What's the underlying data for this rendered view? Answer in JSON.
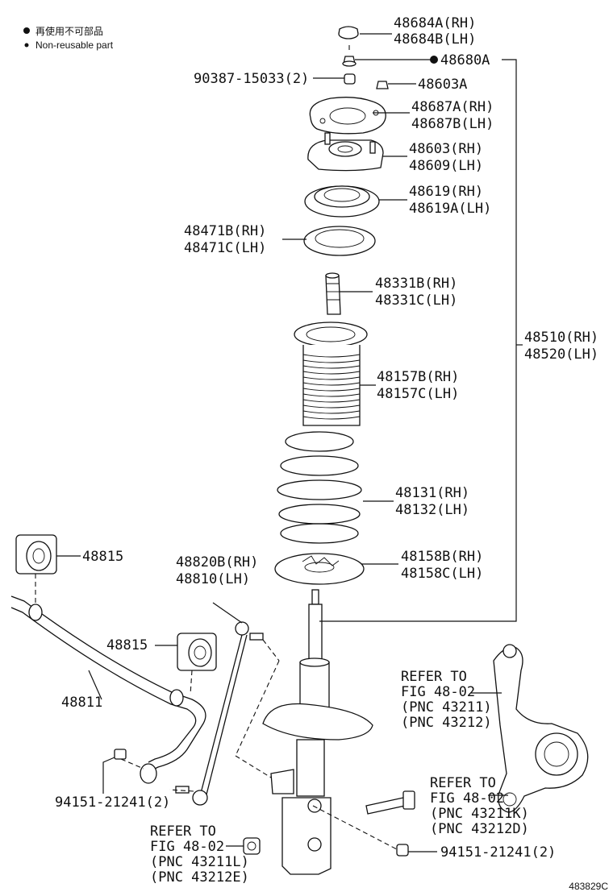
{
  "legend": {
    "jp": "再使用不可部品",
    "en": "Non-reusable part"
  },
  "figure_code": "483829C",
  "labels": {
    "l48684a": "48684A(RH)",
    "l48684b": "48684B(LH)",
    "l48680a": "48680A",
    "l90387": "90387-15033(2)",
    "l48603a": "48603A",
    "l48687a": "48687A(RH)",
    "l48687b": "48687B(LH)",
    "l48603": "48603(RH)",
    "l48609": "48609(LH)",
    "l48619": "48619(RH)",
    "l48619a": "48619A(LH)",
    "l48471b": "48471B(RH)",
    "l48471c": "48471C(LH)",
    "l48331b": "48331B(RH)",
    "l48331c": "48331C(LH)",
    "l48510": "48510(RH)",
    "l48520": "48520(LH)",
    "l48157b": "48157B(RH)",
    "l48157c": "48157C(LH)",
    "l48131": "48131(RH)",
    "l48132": "48132(LH)",
    "l48815a": "48815",
    "l48820b": "48820B(RH)",
    "l48810": "48810(LH)",
    "l48158b": "48158B(RH)",
    "l48158c": "48158C(LH)",
    "l48815b": "48815",
    "l48811": "48811",
    "l94151a": "94151-21241(2)",
    "l94151b": "94151-21241(2)"
  },
  "refers": {
    "r1": [
      "REFER TO",
      "FIG 48-02",
      "(PNC 43211)",
      "(PNC 43212)"
    ],
    "r2": [
      "REFER TO",
      "FIG 48-02",
      "(PNC 43211K)",
      "(PNC 43212D)"
    ],
    "r3": [
      "REFER TO",
      "FIG 48-02",
      "(PNC 43211L)",
      "(PNC 43212E)"
    ]
  }
}
